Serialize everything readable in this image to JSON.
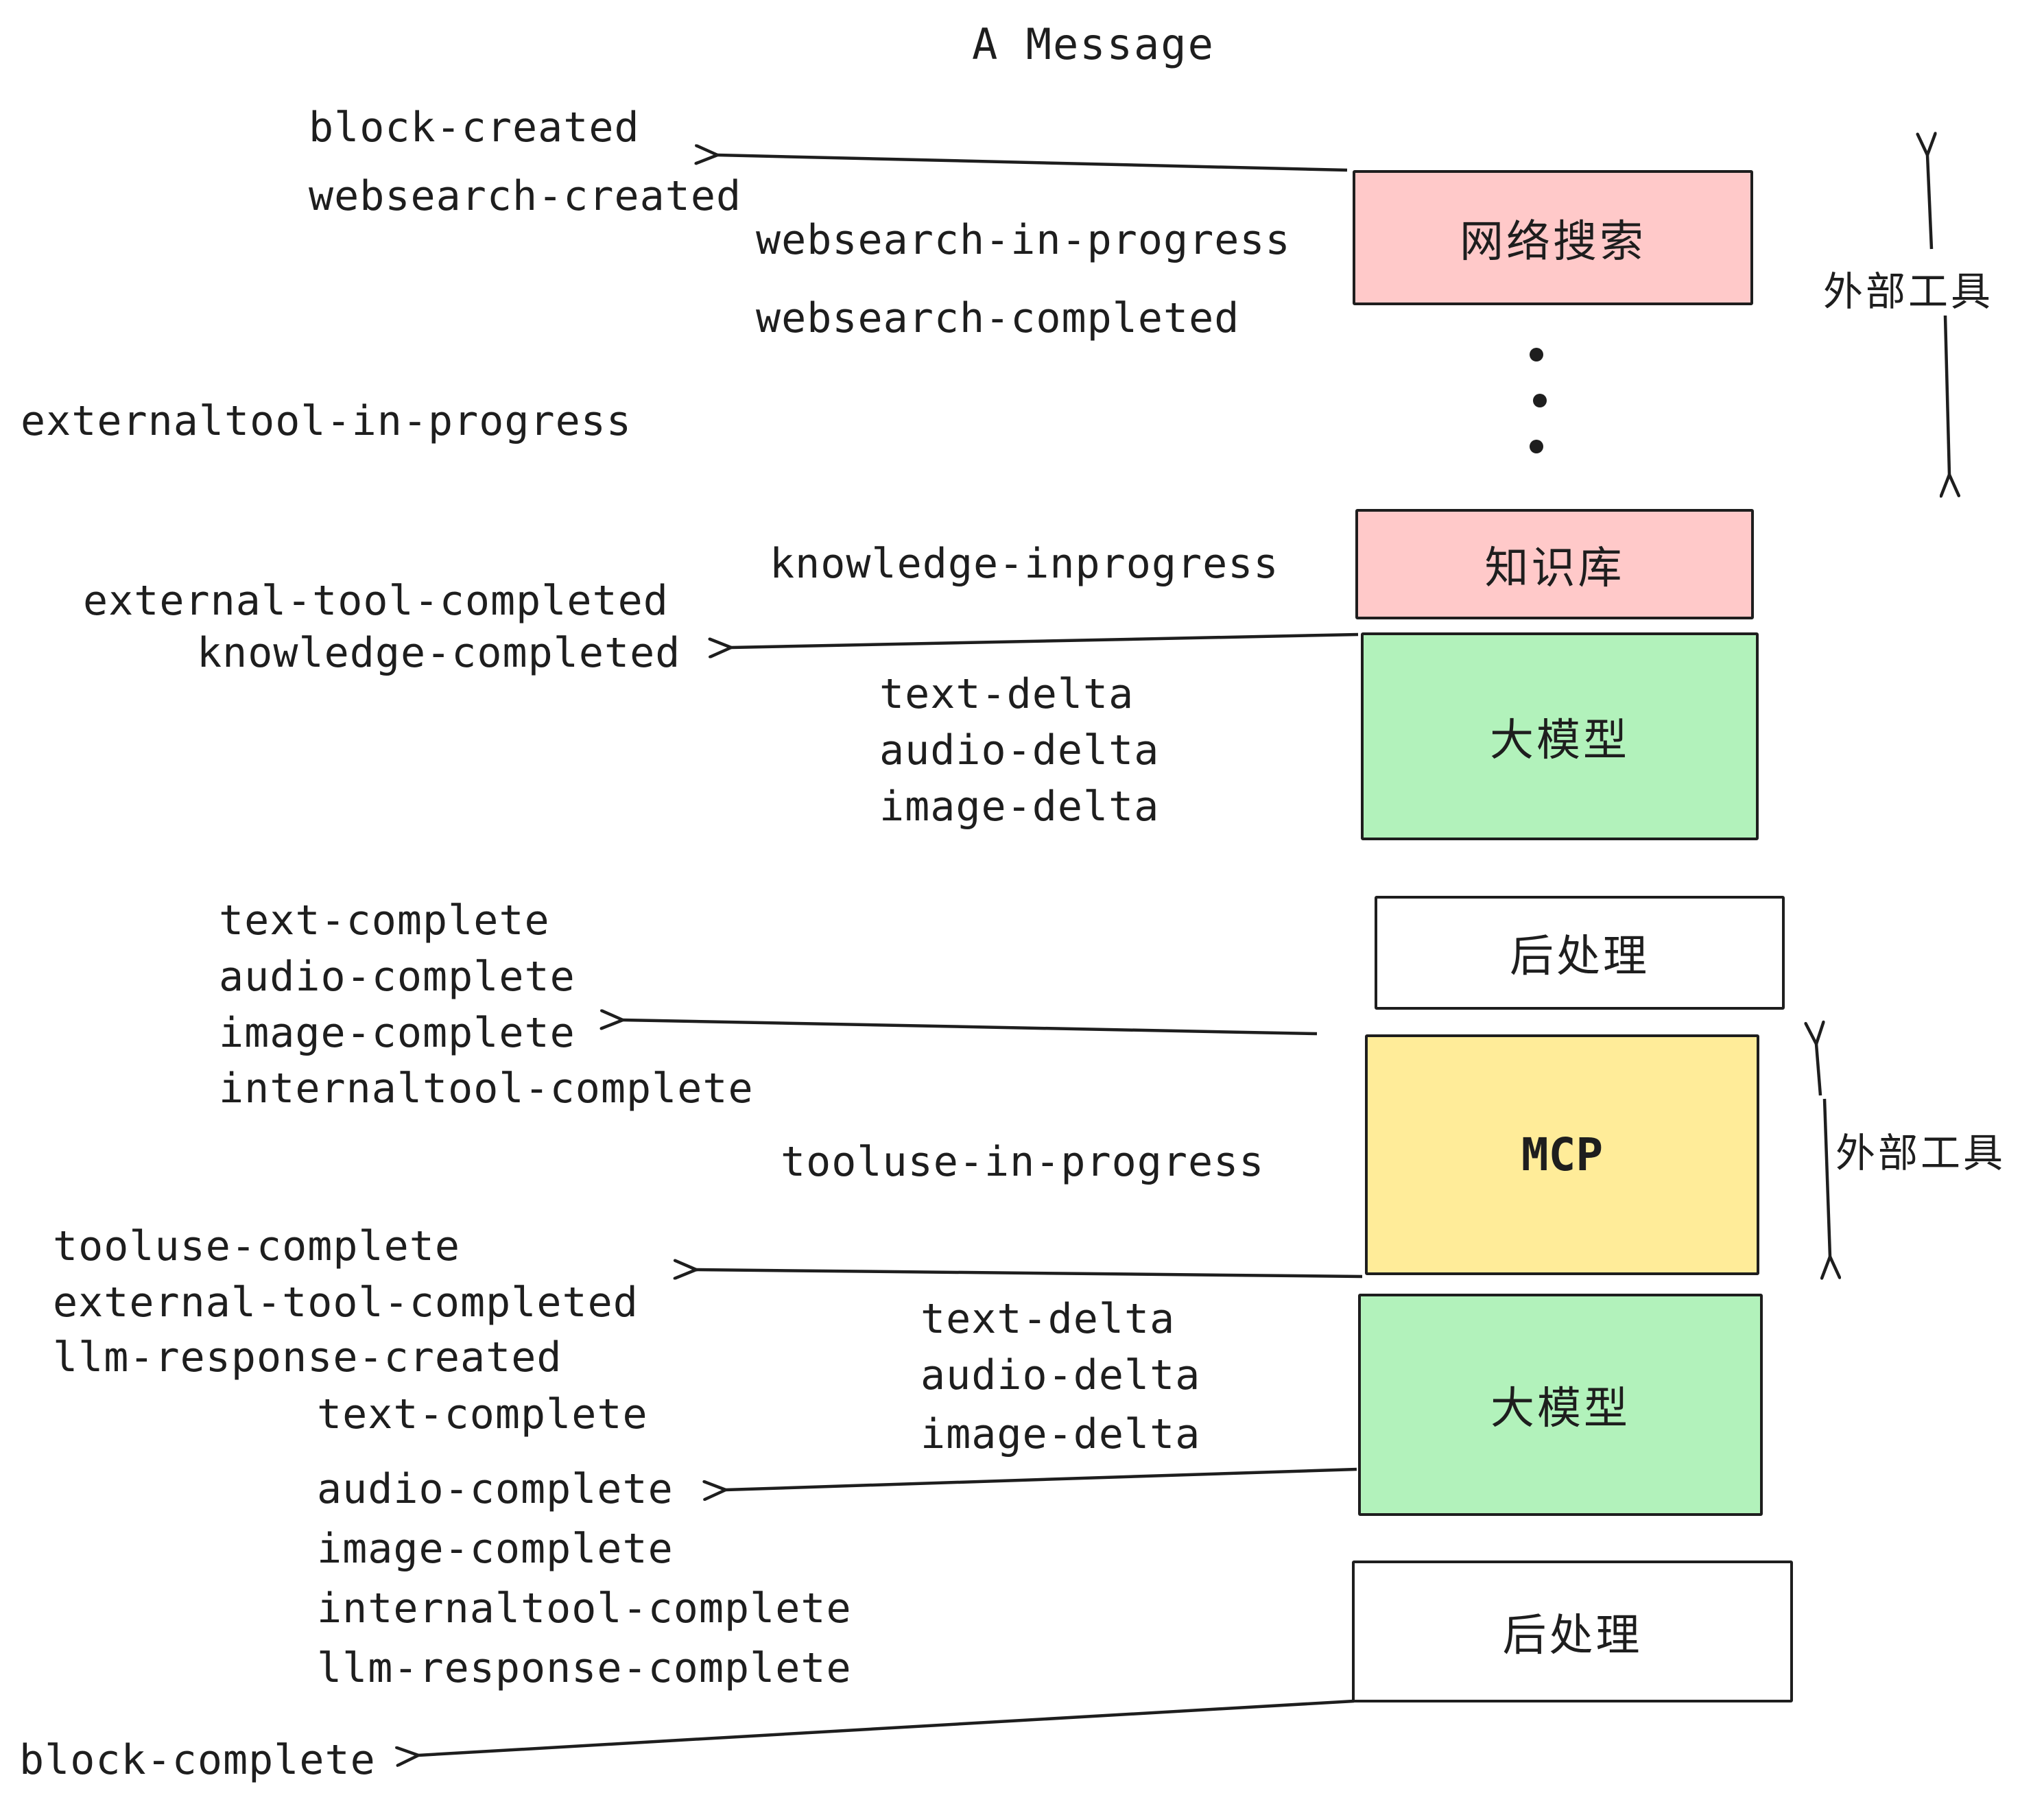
{
  "title": "A Message",
  "events": {
    "block_created": "block-created",
    "websearch_created": "websearch-created",
    "websearch_in_progress": "websearch-in-progress",
    "websearch_completed": "websearch-completed",
    "externaltool_in_progress": "externaltool-in-progress",
    "knowledge_inprogress": "knowledge-inprogress",
    "external_tool_completed": "external-tool-completed",
    "knowledge_completed": "knowledge-completed",
    "text_delta": "text-delta",
    "audio_delta": "audio-delta",
    "image_delta": "image-delta",
    "text_complete": "text-complete",
    "audio_complete": "audio-complete",
    "image_complete": "image-complete",
    "internaltool_complete": "internaltool-complete",
    "tooluse_in_progress": "tooluse-in-progress",
    "tooluse_complete": "tooluse-complete",
    "llm_response_created": "llm-response-created",
    "llm_response_complete": "llm-response-complete",
    "block_complete": "block-complete"
  },
  "boxes": {
    "websearch": "网络搜索",
    "knowledge": "知识库",
    "llm": "大模型",
    "postprocess": "后处理",
    "mcp": "MCP"
  },
  "annotations": {
    "external_tools": "外部工具"
  },
  "colors": {
    "stroke": "#1e1e1e",
    "pink_fill": "#ffc9c9",
    "green_fill": "#b2f2bb",
    "yellow_fill": "#ffec99",
    "white_fill": "#ffffff"
  }
}
